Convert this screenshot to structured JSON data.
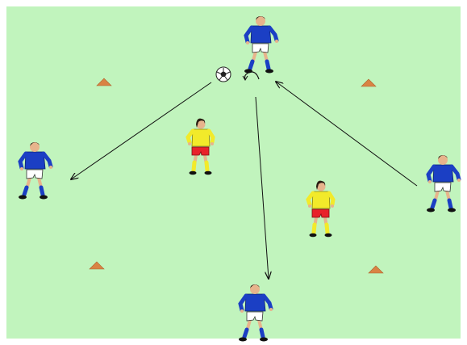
{
  "pitch": {
    "color": "#c1f4bd",
    "border_color": "#ffffff"
  },
  "colors": {
    "blue_kit": "#1b3fc4",
    "blue_shorts": "#ffffff",
    "yellow_kit": "#f2ea2a",
    "red_shorts": "#e8222a",
    "skin": "#e7b48c",
    "hair": "#2a1d12",
    "socks_blue": "#1b3fc4",
    "socks_yellow": "#f2ea2a",
    "cone": "#d98344",
    "arrow": "#111111"
  },
  "players": [
    {
      "id": "top",
      "team": "blue",
      "icon": "attacker-player-icon"
    },
    {
      "id": "left",
      "team": "blue",
      "icon": "attacker-player-icon"
    },
    {
      "id": "right",
      "team": "blue",
      "icon": "attacker-player-icon"
    },
    {
      "id": "bottom",
      "team": "blue",
      "icon": "attacker-player-icon"
    },
    {
      "id": "defender-1",
      "team": "yellow",
      "icon": "defender-player-icon"
    },
    {
      "id": "defender-2",
      "team": "yellow",
      "icon": "defender-player-icon"
    }
  ],
  "cones": [
    "cone-top-left",
    "cone-top-right",
    "cone-bottom-left",
    "cone-bottom-right"
  ],
  "ball": {
    "icon": "soccer-ball-icon"
  },
  "movement": {
    "icon": "dribble-turn-icon"
  }
}
